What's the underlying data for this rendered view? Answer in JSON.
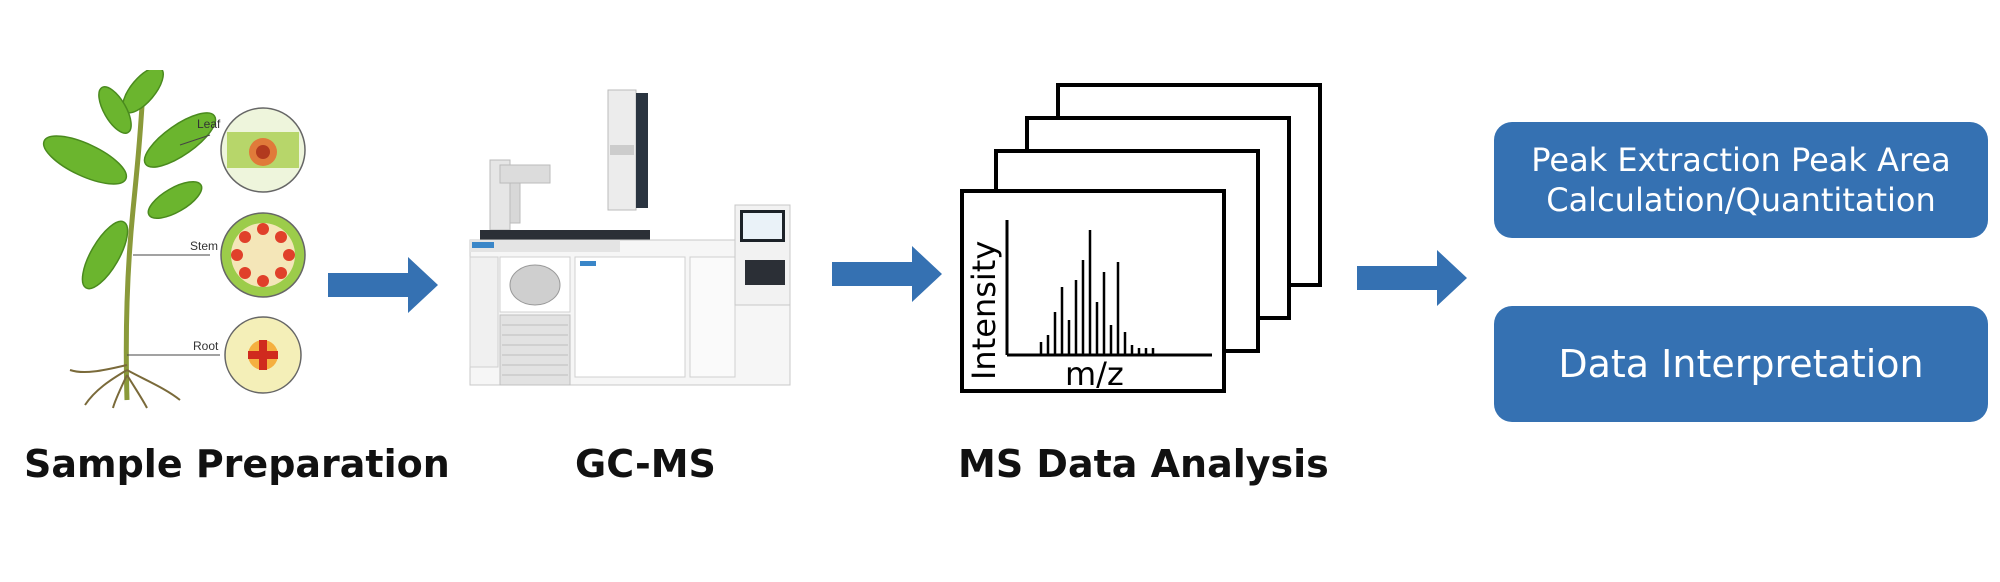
{
  "steps": [
    {
      "label": "Sample Preparation"
    },
    {
      "label": "GC-MS"
    },
    {
      "label": "MS Data Analysis"
    }
  ],
  "plant": {
    "leaf_label": "Leaf",
    "stem_label": "Stem",
    "root_label": "Root"
  },
  "spectrum": {
    "y_label": "Intensity",
    "x_label": "m/z"
  },
  "results": [
    {
      "text": "Peak Extraction Peak Area\nCalculation/Quantitation"
    },
    {
      "text": "Data Interpretation"
    }
  ],
  "colors": {
    "arrow": "#3571b2",
    "box": "#3571b2",
    "box_text": "#ffffff"
  }
}
